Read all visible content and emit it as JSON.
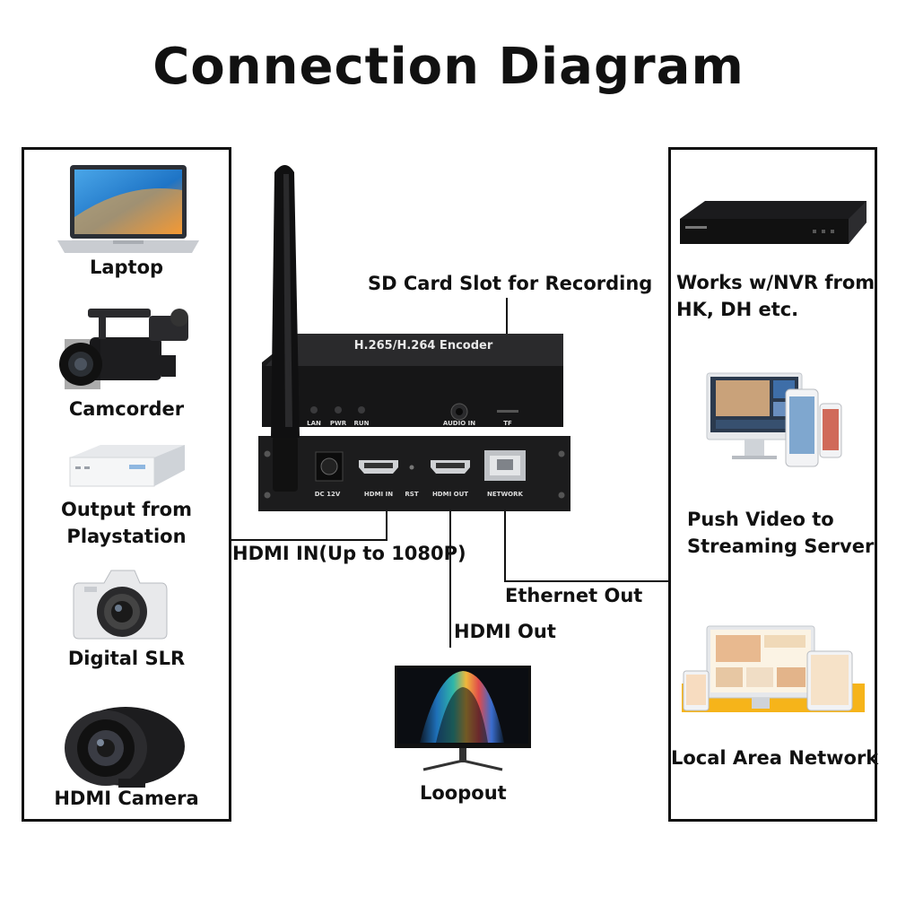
{
  "title": "Connection Diagram",
  "left_panel": {
    "items": [
      {
        "label": "Laptop"
      },
      {
        "label": "Camcorder"
      },
      {
        "label_line1": "Output from",
        "label_line2": "Playstation"
      },
      {
        "label": "Digital SLR"
      },
      {
        "label": "HDMI Camera"
      }
    ]
  },
  "right_panel": {
    "items": [
      {
        "label_line1": "Works w/NVR from",
        "label_line2": "HK, DH etc."
      },
      {
        "label_line1": "Push Video to",
        "label_line2": "Streaming Server"
      },
      {
        "label": "Local Area Network"
      }
    ]
  },
  "device": {
    "top_label": "H.265/H.264 Encoder",
    "front_top": [
      "LAN",
      "PWR",
      "RUN",
      "AUDIO IN",
      "TF"
    ],
    "front_bottom": [
      "DC 12V",
      "HDMI IN",
      "RST",
      "HDMI OUT",
      "NETWORK"
    ]
  },
  "callouts": {
    "sd_card": "SD Card Slot for Recording",
    "hdmi_in": "HDMI IN(Up to 1080P)",
    "ethernet_out": "Ethernet Out",
    "hdmi_out": "HDMI Out",
    "loopout": "Loopout"
  }
}
